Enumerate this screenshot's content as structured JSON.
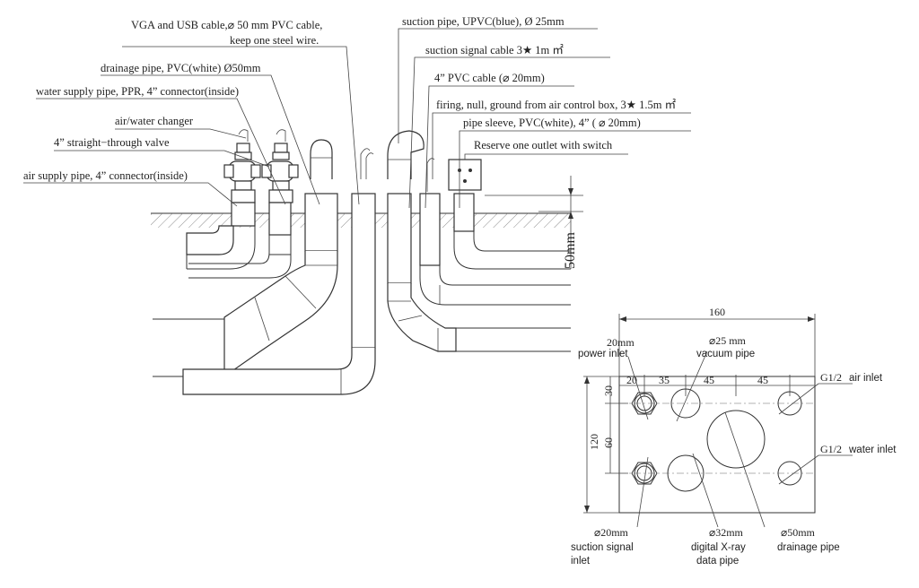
{
  "left_labels": {
    "vga_usb_cable_1": "VGA and USB cable,⌀ 50 mm PVC cable,",
    "vga_usb_cable_2": "keep one steel wire.",
    "drainage_pipe": "drainage pipe, PVC(white) Ø50mm",
    "water_supply_pipe": "water supply pipe, PPR, 4”  connector(inside)",
    "air_water_changer": "air/water changer",
    "straight_valve": "4”  straight−through valve",
    "air_supply_pipe": "air supply pipe, 4”  connector(inside)"
  },
  "right_labels": {
    "suction_pipe": "suction pipe, UPVC(blue), Ø 25mm",
    "suction_signal_cable": "suction signal cable 3★ 1m ㎡",
    "pvc_cable": "4”  PVC cable (⌀ 20mm)",
    "firing_null_ground": "firing, null, ground from air control box, 3★ 1.5m ㎡",
    "pipe_sleeve": "pipe sleeve, PVC(white), 4”  ( ⌀ 20mm)",
    "reserve_outlet": "Reserve one outlet with switch"
  },
  "depth_dimension": "50mm",
  "plate": {
    "width_dim": "160",
    "height_dim": "120",
    "dims_top": [
      "20",
      "35",
      "45",
      "45"
    ],
    "dims_left": [
      "30",
      "60"
    ],
    "power_inlet_size": "20mm",
    "power_inlet": "power inlet",
    "vacuum_size": "⌀25 mm",
    "vacuum_pipe": "vacuum pipe",
    "air_inlet_thread": "G1/2",
    "air_inlet": "air inlet",
    "water_inlet_thread": "G1/2",
    "water_inlet": "water inlet",
    "suction_signal_size": "⌀20mm",
    "suction_signal_1": "suction signal",
    "suction_signal_2": "inlet",
    "xray_size": "⌀32mm",
    "xray_1": "digital X-ray",
    "xray_2": "data pipe",
    "drainage_size": "⌀50mm",
    "drainage_pipe": "drainage pipe"
  }
}
